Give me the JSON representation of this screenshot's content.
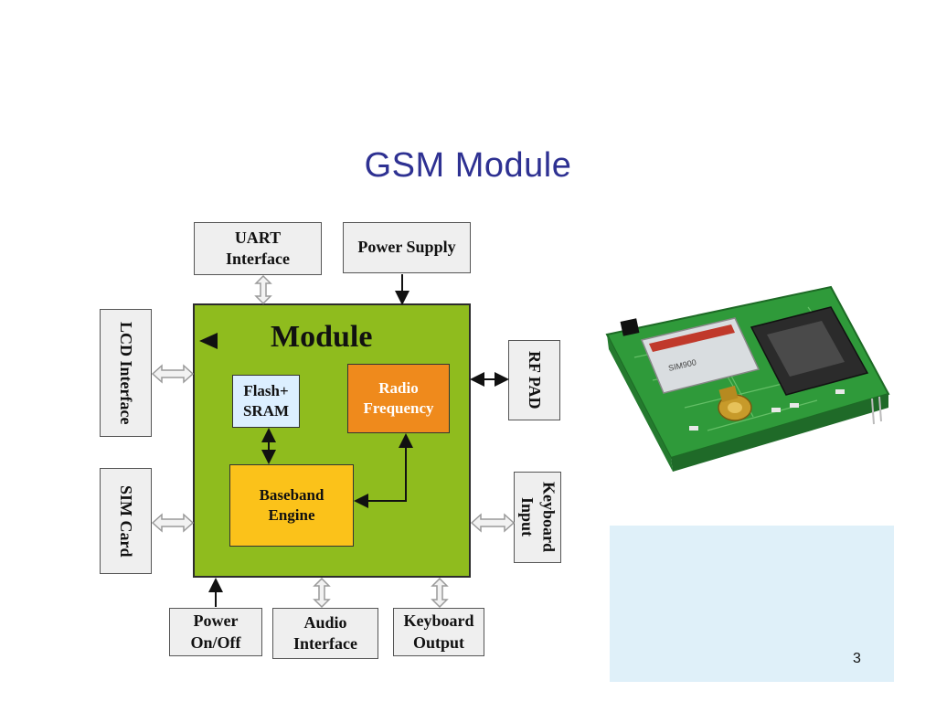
{
  "slide": {
    "title": "GSM Module",
    "page_number": "3"
  },
  "diagram": {
    "module_label": "Module",
    "flash": "Flash+\nSRAM",
    "radio": "Radio\nFrequency",
    "baseband": "Baseband\nEngine",
    "uart": "UART\nInterface",
    "power_supply": "Power Supply",
    "lcd": "LCD Interface",
    "sim": "SIM Card",
    "rf_pad": "RF PAD",
    "keyboard_input": "Keyboard\nInput",
    "power_onoff": "Power\nOn/Off",
    "audio": "Audio\nInterface",
    "keyboard_output": "Keyboard\nOutput"
  },
  "colors": {
    "title": "#2e3192",
    "module": "#8fbc1e",
    "radio": "#ef8a1c",
    "baseband": "#fbc21a",
    "flash": "#dcefff",
    "note_box": "#dff0f9"
  },
  "image": {
    "subject": "gsm-module-board-photo"
  }
}
